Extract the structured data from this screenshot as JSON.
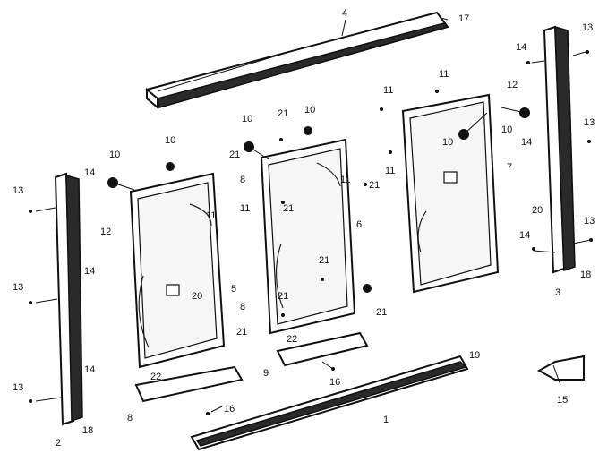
{
  "callouts": [
    {
      "id": "c4",
      "text": "4"
    },
    {
      "id": "c17",
      "text": "17"
    },
    {
      "id": "c13a",
      "text": "13"
    },
    {
      "id": "c14a",
      "text": "14"
    },
    {
      "id": "c11a",
      "text": "11"
    },
    {
      "id": "c11b",
      "text": "11"
    },
    {
      "id": "c12a",
      "text": "12"
    },
    {
      "id": "c10a",
      "text": "10"
    },
    {
      "id": "c10b",
      "text": "10"
    },
    {
      "id": "c10c",
      "text": "10"
    },
    {
      "id": "c21a",
      "text": "21"
    },
    {
      "id": "c10d",
      "text": "10"
    },
    {
      "id": "c13b",
      "text": "13"
    },
    {
      "id": "c14b",
      "text": "14"
    },
    {
      "id": "c10e",
      "text": "10"
    },
    {
      "id": "c10f",
      "text": "10"
    },
    {
      "id": "c21b",
      "text": "21"
    },
    {
      "id": "c11c",
      "text": "11"
    },
    {
      "id": "c7",
      "text": "7"
    },
    {
      "id": "c11d",
      "text": "11"
    },
    {
      "id": "c21c",
      "text": "21"
    },
    {
      "id": "c11e",
      "text": "11"
    },
    {
      "id": "c8a",
      "text": "8"
    },
    {
      "id": "c21d",
      "text": "21"
    },
    {
      "id": "c11f",
      "text": "11"
    },
    {
      "id": "c20a",
      "text": "20"
    },
    {
      "id": "c14c",
      "text": "14"
    },
    {
      "id": "c13c",
      "text": "13"
    },
    {
      "id": "c12b",
      "text": "12"
    },
    {
      "id": "c13d",
      "text": "13"
    },
    {
      "id": "c14d",
      "text": "14"
    },
    {
      "id": "c6",
      "text": "6"
    },
    {
      "id": "c14e",
      "text": "14"
    },
    {
      "id": "c13e",
      "text": "13"
    },
    {
      "id": "c18a",
      "text": "18"
    },
    {
      "id": "c3",
      "text": "3"
    },
    {
      "id": "c21e",
      "text": "21"
    },
    {
      "id": "c20b",
      "text": "20"
    },
    {
      "id": "c5",
      "text": "5"
    },
    {
      "id": "c21f",
      "text": "21"
    },
    {
      "id": "c8b",
      "text": "8"
    },
    {
      "id": "c21g",
      "text": "21"
    },
    {
      "id": "c21h",
      "text": "21"
    },
    {
      "id": "c22a",
      "text": "22"
    },
    {
      "id": "c13f",
      "text": "13"
    },
    {
      "id": "c14f",
      "text": "14"
    },
    {
      "id": "c9",
      "text": "9"
    },
    {
      "id": "c16a",
      "text": "16"
    },
    {
      "id": "c19",
      "text": "19"
    },
    {
      "id": "c22b",
      "text": "22"
    },
    {
      "id": "c8c",
      "text": "8"
    },
    {
      "id": "c16b",
      "text": "16"
    },
    {
      "id": "c15",
      "text": "15"
    },
    {
      "id": "c2",
      "text": "2"
    },
    {
      "id": "c18b",
      "text": "18"
    },
    {
      "id": "c1",
      "text": "1"
    }
  ]
}
